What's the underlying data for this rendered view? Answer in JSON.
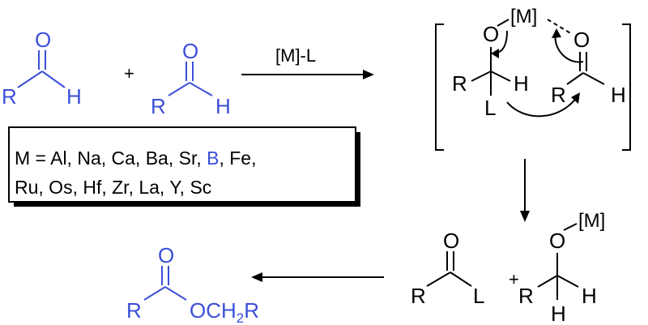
{
  "colors": {
    "product": "#3b4fd8",
    "ink": "#000000"
  },
  "reaction": {
    "reagent": "[M]-L",
    "plus": "+",
    "aldehyde": {
      "r": "R",
      "o": "O",
      "h": "H"
    },
    "metal_box": {
      "line1_prefix": "M = Al, Na, Ca, Ba, Sr, ",
      "line1_highlight": "B",
      "line1_suffix": ", Fe,",
      "line2": "Ru, Os, Hf, Zr, La, Y, Sc"
    },
    "transition_state": {
      "o1": "O",
      "metal": "[M]",
      "o2": "O",
      "r1": "R",
      "h1": "H",
      "l": "L",
      "r2": "R",
      "h2": "H"
    },
    "intermediates": {
      "acyl": {
        "o": "O",
        "r": "R",
        "l": "L"
      },
      "alkoxide": {
        "o": "O",
        "metal": "[M]",
        "r": "R",
        "h1": "H",
        "h2": "H"
      }
    },
    "product": {
      "o1": "O",
      "r": "R",
      "och2r": [
        "OCH",
        "2",
        "R"
      ]
    }
  }
}
